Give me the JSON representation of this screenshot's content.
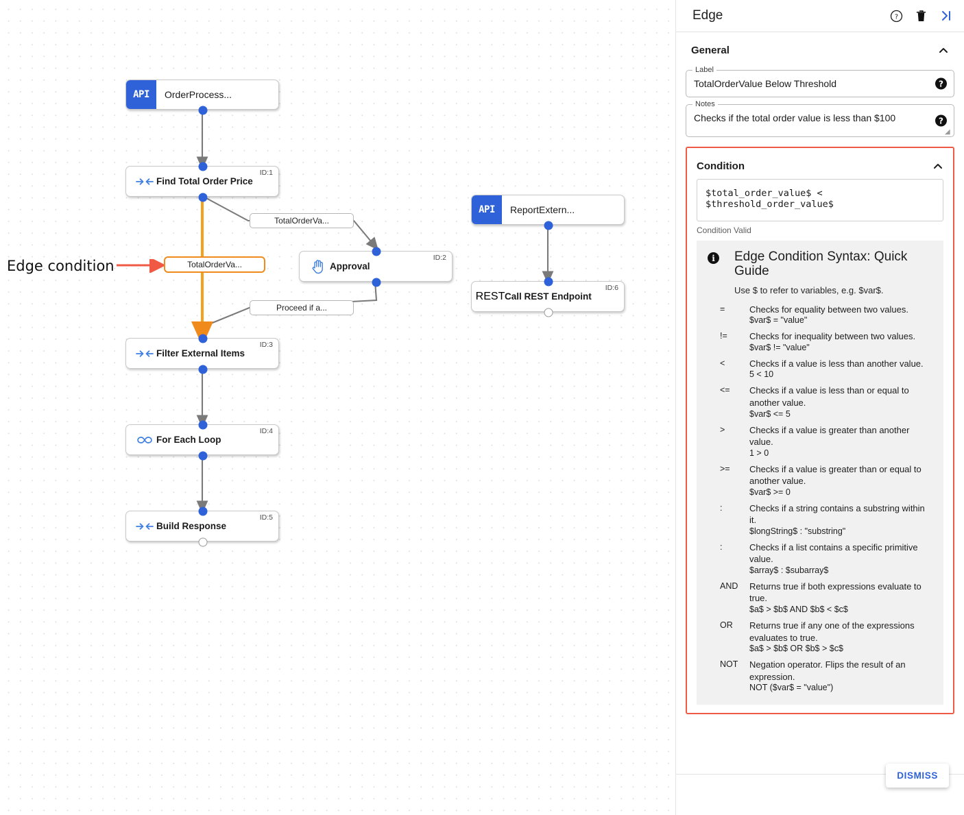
{
  "panel": {
    "title": "Edge",
    "header_icons": [
      {
        "name": "help-circle-icon",
        "glyph": "?"
      },
      {
        "name": "delete-trash-icon",
        "glyph": "trash"
      },
      {
        "name": "collapse-panel-icon",
        "glyph": ">|"
      }
    ],
    "general": {
      "heading": "General",
      "label_legend": "Label",
      "label_value": "TotalOrderValue Below Threshold",
      "notes_legend": "Notes",
      "notes_value": "Checks if the total order value is less than $100",
      "help_glyph": "?"
    },
    "condition": {
      "heading": "Condition",
      "expression": "$total_order_value$ < $threshold_order_value$",
      "status": "Condition Valid",
      "highlight_color": "#f05a45",
      "guide": {
        "title": "Edge Condition Syntax: Quick Guide",
        "subtitle": "Use $ to refer to variables, e.g. $var$.",
        "operators": [
          {
            "symbol": "=",
            "desc": "Checks for equality between two values.",
            "example": "$var$ = \"value\""
          },
          {
            "symbol": "!=",
            "desc": "Checks for inequality between two values.",
            "example": "$var$ != \"value\""
          },
          {
            "symbol": "<",
            "desc": "Checks if a value is less than another value.",
            "example": "5 < 10"
          },
          {
            "symbol": "<=",
            "desc": "Checks if a value is less than or equal to another value.",
            "example": "$var$ <= 5"
          },
          {
            "symbol": ">",
            "desc": "Checks if a value is greater than another value.",
            "example": "1 > 0"
          },
          {
            "symbol": ">=",
            "desc": "Checks if a value is greater than or equal to another value.",
            "example": "$var$ >= 0"
          },
          {
            "symbol": ":",
            "desc": "Checks if a string contains a substring within it.",
            "example": "$longString$ : \"substring\""
          },
          {
            "symbol": ":",
            "desc": "Checks if a list contains a specific primitive value.",
            "example": "$array$ : $subarray$"
          },
          {
            "symbol": "AND",
            "desc": "Returns true if both expressions evaluate to true.",
            "example": "$a$ > $b$ AND $b$ < $c$"
          },
          {
            "symbol": "OR",
            "desc": "Returns true if any one of the expressions evaluates to true.",
            "example": "$a$ > $b$ OR $b$ > $c$"
          },
          {
            "symbol": "NOT",
            "desc": "Negation operator. Flips the result of an expression.",
            "example": "NOT ($var$ = \"value\")"
          }
        ]
      }
    },
    "footer": {
      "dismiss_label": "DISMISS"
    }
  },
  "canvas": {
    "annotation": "Edge condition",
    "annotation_color": "#f05a45",
    "selected_edge_color": "#f5a01e",
    "nodes": [
      {
        "id": "",
        "label": "OrderProcess...",
        "badge": "API",
        "kind": "api"
      },
      {
        "id": "ID:1",
        "label": "Find Total Order Price",
        "kind": "mapper"
      },
      {
        "id": "ID:2",
        "label": "Approval",
        "kind": "approval"
      },
      {
        "id": "ID:3",
        "label": "Filter External Items",
        "kind": "mapper"
      },
      {
        "id": "ID:4",
        "label": "For Each Loop",
        "kind": "loop"
      },
      {
        "id": "ID:5",
        "label": "Build Response",
        "kind": "mapper"
      },
      {
        "id": "",
        "label": "ReportExtern...",
        "badge": "API",
        "kind": "api"
      },
      {
        "id": "ID:6",
        "label": "Call REST Endpoint",
        "badge": "REST",
        "kind": "rest"
      }
    ],
    "edge_labels": [
      {
        "text": "TotalOrderVa...",
        "selected": false
      },
      {
        "text": "TotalOrderVa...",
        "selected": true
      },
      {
        "text": "Proceed if a...",
        "selected": false
      }
    ]
  }
}
